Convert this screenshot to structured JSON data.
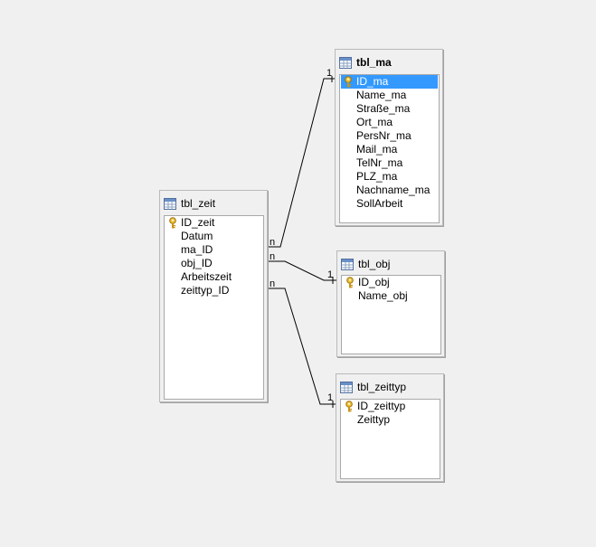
{
  "tables": {
    "tbl_zeit": {
      "name": "tbl_zeit",
      "fields": [
        "ID_zeit",
        "Datum",
        "ma_ID",
        "obj_ID",
        "Arbeitszeit",
        "zeittyp_ID"
      ],
      "key_field": "ID_zeit"
    },
    "tbl_ma": {
      "name": "tbl_ma",
      "fields": [
        "ID_ma",
        "Name_ma",
        "Straße_ma",
        "Ort_ma",
        "PersNr_ma",
        "Mail_ma",
        "TelNr_ma",
        "PLZ_ma",
        "Nachname_ma",
        "SollArbeit"
      ],
      "key_field": "ID_ma",
      "selected_field": "ID_ma"
    },
    "tbl_obj": {
      "name": "tbl_obj",
      "fields": [
        "ID_obj",
        "Name_obj"
      ],
      "key_field": "ID_obj"
    },
    "tbl_zeittyp": {
      "name": "tbl_zeittyp",
      "fields": [
        "ID_zeittyp",
        "Zeittyp"
      ],
      "key_field": "ID_zeittyp"
    }
  },
  "relations": [
    {
      "from_table": "tbl_zeit",
      "from_field": "ma_ID",
      "to_table": "tbl_ma",
      "to_field": "ID_ma",
      "from_card": "n",
      "to_card": "1"
    },
    {
      "from_table": "tbl_zeit",
      "from_field": "obj_ID",
      "to_table": "tbl_obj",
      "to_field": "ID_obj",
      "from_card": "n",
      "to_card": "1"
    },
    {
      "from_table": "tbl_zeit",
      "from_field": "zeittyp_ID",
      "to_table": "tbl_zeittyp",
      "to_field": "ID_zeittyp",
      "from_card": "n",
      "to_card": "1"
    }
  ],
  "colors": {
    "canvas": "#f0f0f0",
    "selection": "#3399ff",
    "relation_line": "#000000",
    "key_icon": "#e8b020"
  },
  "icons": {
    "table": "table-icon",
    "primary_key": "key-icon"
  }
}
